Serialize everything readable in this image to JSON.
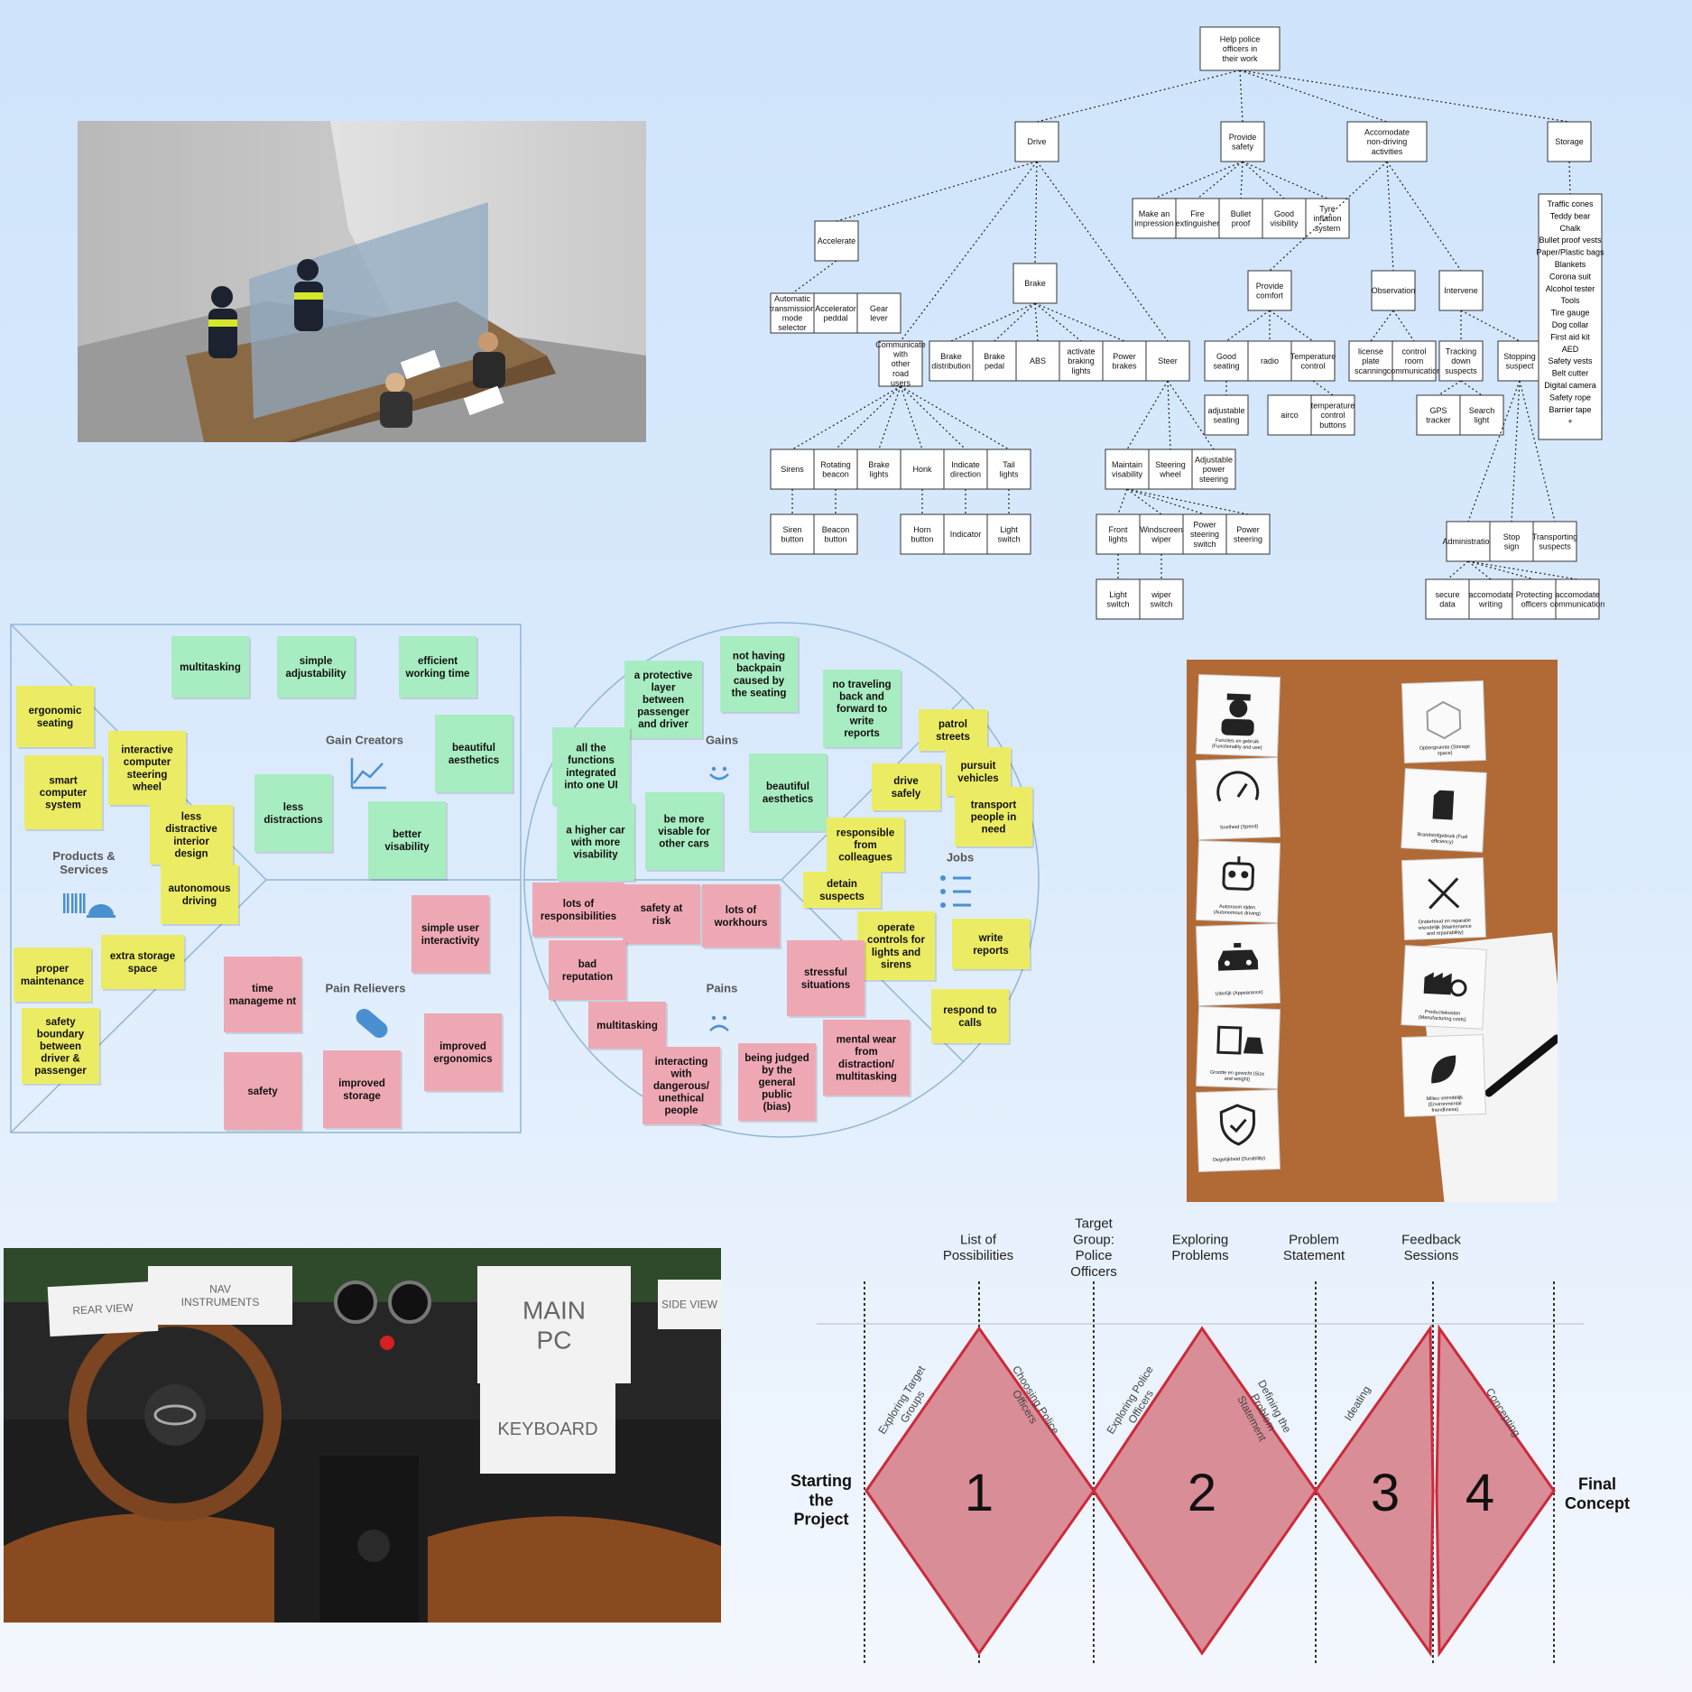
{
  "tree": {
    "root": "Help police officers in their work",
    "level1": [
      "Drive",
      "Provide safety",
      "Accomodate non-driving activities",
      "Storage"
    ],
    "accelerate": "Accelerate",
    "accelerate_children": [
      "Automatic transmission mode selector",
      "Accelerator peddal",
      "Gear lever"
    ],
    "brake": "Brake",
    "brake_children": [
      "Brake distribution",
      "Brake pedal",
      "ABS",
      "activate braking lights",
      "Power brakes"
    ],
    "steer": "Steer",
    "communicate": "Communicate with other road users",
    "communicate_children": [
      "Sirens",
      "Rotating beacon",
      "Brake lights",
      "Honk",
      "Indicate direction",
      "Tail lights"
    ],
    "communicate_buttons": [
      "Siren button",
      "Beacon button",
      "Horn button",
      "Indicator",
      "Light switch"
    ],
    "safety_children": [
      "Make an impression",
      "Fire extinguisher",
      "Bullet proof",
      "Good visibility",
      "Tyre inflation system"
    ],
    "provide_comfort": "Provide comfort",
    "comfort_children": [
      "Good seating",
      "radio",
      "Temperature control"
    ],
    "adjustable_seating": "adjustable seating",
    "airco": "airco",
    "temperature_buttons": "temperature control buttons",
    "steer_children": [
      "Maintain visability",
      "Steering wheel",
      "Adjustable power steering"
    ],
    "visibility_children": [
      "Front lights",
      "Windscreen wiper",
      "Power steering switch",
      "Power steering"
    ],
    "switches": [
      "Light switch",
      "wiper switch"
    ],
    "observation": "Observation",
    "intervene": "Intervene",
    "observation_children": [
      "license plate scanning",
      "control room communication"
    ],
    "intervene_children": [
      "Tracking down suspects",
      "Stopping suspect"
    ],
    "tracking_children": [
      "GPS tracker",
      "Search light"
    ],
    "stopping_children": [
      "Administration",
      "Stop sign",
      "Transporting suspects"
    ],
    "admin_children": [
      "secure data",
      "accomodate writing",
      "Protecting officers",
      "accomodate communication"
    ],
    "storage_list": [
      "Traffic cones",
      "Teddy bear",
      "Chalk",
      "Bullet proof vests",
      "Paper/Plastic bags",
      "Blankets",
      "Corona suit",
      "Alcohol tester",
      "Tools",
      "Tire gauge",
      "Dog collar",
      "First aid kit",
      "AED",
      "Safety vests",
      "Belt cutter",
      "Digital camera",
      "Safety rope",
      "Barrier tape",
      "+"
    ]
  },
  "canvas": {
    "labels": {
      "gain_creators": "Gain Creators",
      "products_services": "Products & Services",
      "pain_relievers": "Pain Relievers",
      "gains": "Gains",
      "jobs": "Jobs",
      "pains": "Pains"
    },
    "colors": {
      "green": "#a8ecc1",
      "yellow": "#ecec64",
      "pink": "#eea8b4",
      "line": "#8fb6d9"
    },
    "notes": {
      "multitasking": "multitasking",
      "simple_adjustability": "simple adjustability",
      "efficient_working_time": "efficient working time",
      "ergonomic_seating": "ergonomic seating",
      "interactive_steering": "interactive computer steering wheel",
      "beautiful_aesthetics_left": "beautiful aesthetics",
      "smart_computer": "smart computer system",
      "less_distractions": "less distractions",
      "less_distractive_interior": "less distractive interior design",
      "better_visability": "better visability",
      "autonomous_driving": "autonomous driving",
      "simple_user": "simple user interactivity",
      "proper_maintenance": "proper maintenance",
      "extra_storage": "extra storage space",
      "time_management": "time manageme nt",
      "safety_boundary": "safety boundary between driver & passenger",
      "improved_ergonomics": "improved ergonomics",
      "safety": "safety",
      "improved_storage": "improved storage",
      "protective_layer": "a protective layer between passenger and driver",
      "not_having_backpain": "not having backpain caused by the seating",
      "no_traveling": "no traveling back and forward to write reports",
      "all_functions": "all the functions integrated into one UI",
      "beautiful_aesthetics_right": "beautiful aesthetics",
      "higher_car": "a higher car with more visability",
      "be_more_visable": "be more visable for other cars",
      "patrol_streets": "patrol streets",
      "pursuit_vehicles": "pursuit vehicles",
      "drive_safely": "drive safely",
      "transport_people": "transport people in need",
      "responsible": "responsible from colleagues",
      "detain_suspects": "detain suspects",
      "lots_of_responsibilities": "lots of responsibilities",
      "safety_at_risk": "safety at risk",
      "lots_of_workhours": "lots of workhours",
      "operate_controls": "operate controls for lights and sirens",
      "write_reports": "write reports",
      "bad_reputation": "bad reputation",
      "stressful_situations": "stressful situations",
      "respond_to_calls": "respond to calls",
      "multitasking_pain": "multitasking",
      "mental_wear": "mental wear from distraction/ multitasking",
      "interacting_dangerous": "interacting with dangerous/ unethical people",
      "being_judged": "being judged by the general public (bias)"
    }
  },
  "cards": {
    "left": [
      {
        "icon": "police-officer-icon",
        "caption": "Functies en gebruik (Functionality and use)"
      },
      {
        "icon": "speedometer-icon",
        "caption": "Snelheid (Speed)"
      },
      {
        "icon": "robot-icon",
        "caption": "Autonoom rijden (Autonomous driving)"
      },
      {
        "icon": "police-car-icon",
        "caption": "Uiterlijk (Appearance)"
      },
      {
        "icon": "size-weight-icon",
        "caption": "Grootte en gewicht (Size and weight)"
      },
      {
        "icon": "shield-check-icon",
        "caption": "Degelijkheid (Durability)"
      }
    ],
    "right": [
      {
        "icon": "storage-box-icon",
        "caption": "Opbergruimte (Storage space)"
      },
      {
        "icon": "fuel-can-icon",
        "caption": "Brandstofgebruik (Fuel efficiency)"
      },
      {
        "icon": "tools-icon",
        "caption": "Onderhoud en reparatie vriendelijk (Maintenance and repairability)"
      },
      {
        "icon": "factory-cost-icon",
        "caption": "Productiekosten (Manufacturing costs)"
      },
      {
        "icon": "leaf-icon",
        "caption": "Milieu vriendelijk (Environmental friendliness)"
      }
    ]
  },
  "dashboard": {
    "labels": [
      "REAR VIEW",
      "NAV INSTRUMENTS",
      "MAIN PC",
      "KEYBOARD",
      "SIDE VIEW"
    ]
  },
  "diamond": {
    "top_labels": [
      "List of Possibilities",
      "Target Group: Police Officers",
      "Exploring Problems",
      "Problem Statement",
      "Feedback Sessions"
    ],
    "start": "Starting the Project",
    "end": "Final Concept",
    "numbers": [
      "1",
      "2",
      "3",
      "4"
    ],
    "phases": [
      "Exploring Target Groups",
      "Choosing Police Officers",
      "Exploring Police Officers",
      "Defining the Problem Statement",
      "Ideating",
      "Concepting"
    ]
  }
}
